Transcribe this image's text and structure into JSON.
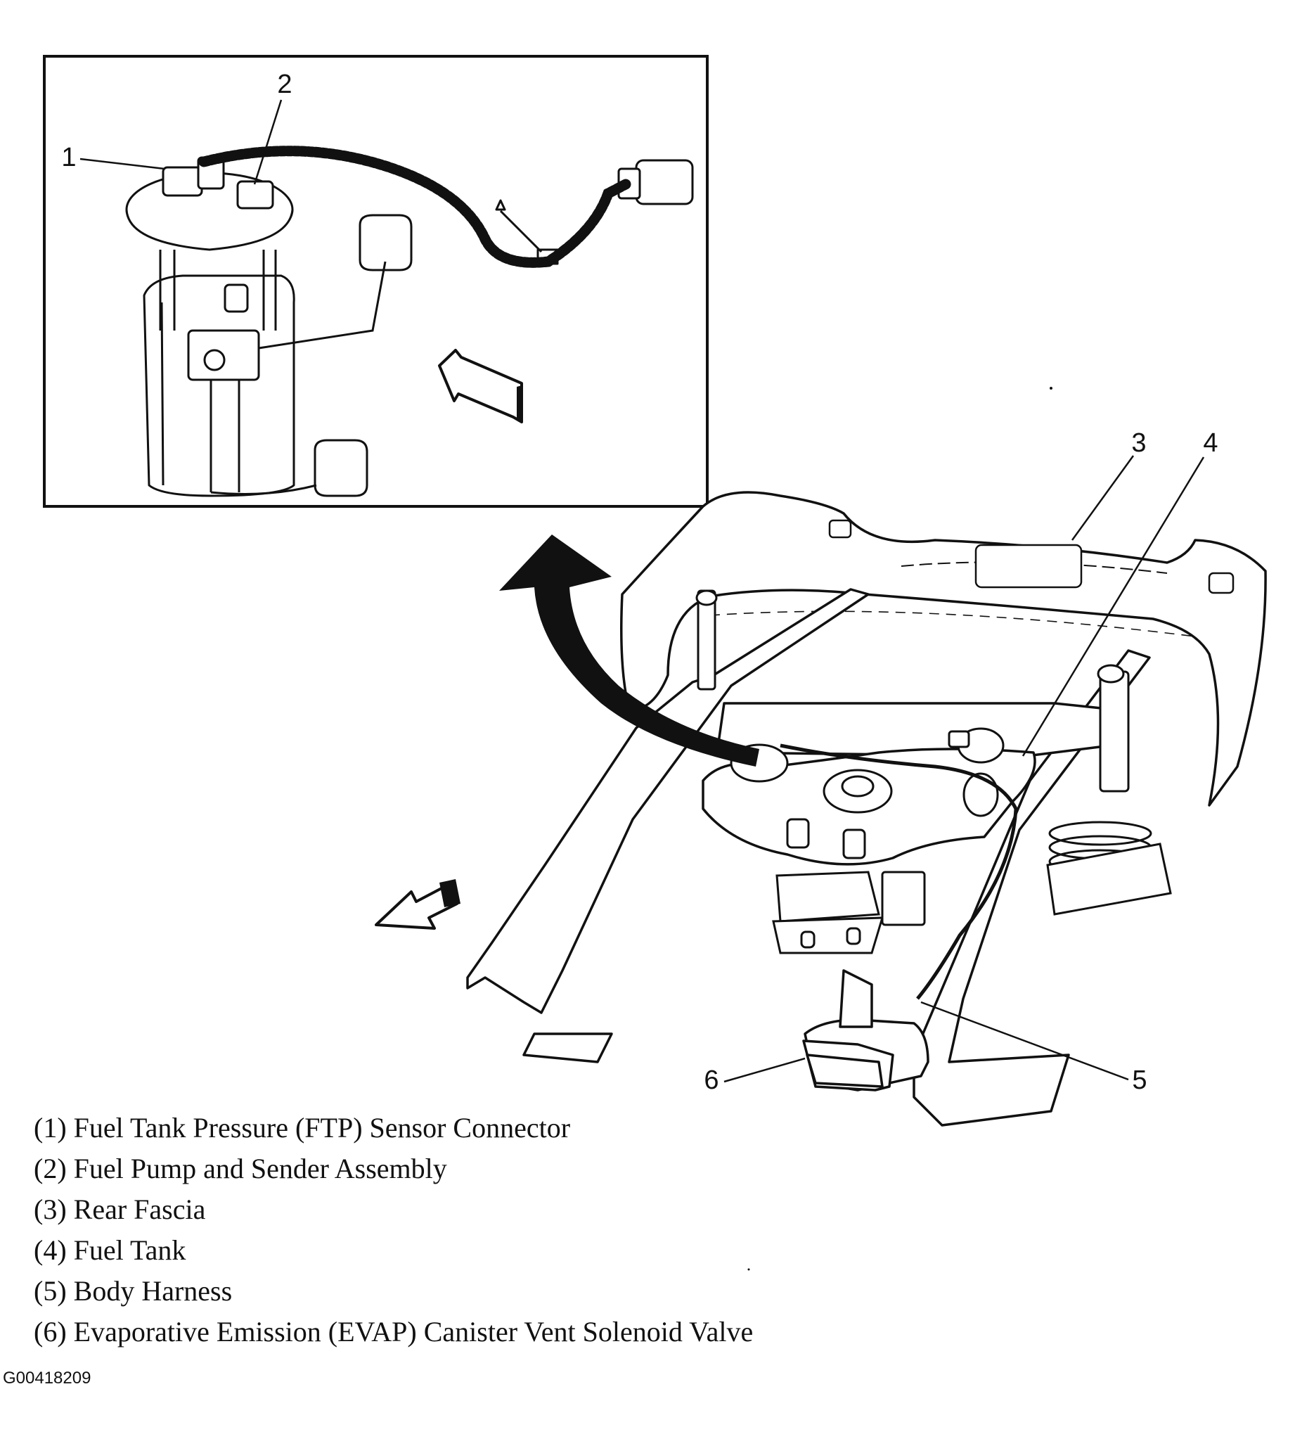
{
  "callouts": [
    "1",
    "2",
    "3",
    "4",
    "5",
    "6"
  ],
  "legend": [
    "(1) Fuel Tank Pressure (FTP) Sensor Connector",
    "(2) Fuel Pump and Sender Assembly",
    "(3) Rear Fascia",
    "(4) Fuel Tank",
    "(5) Body Harness",
    "(6) Evaporative Emission (EVAP) Canister Vent Solenoid Valve"
  ],
  "figure_id": "G00418209",
  "colors": {
    "ink": "#111111",
    "paper": "#ffffff"
  }
}
